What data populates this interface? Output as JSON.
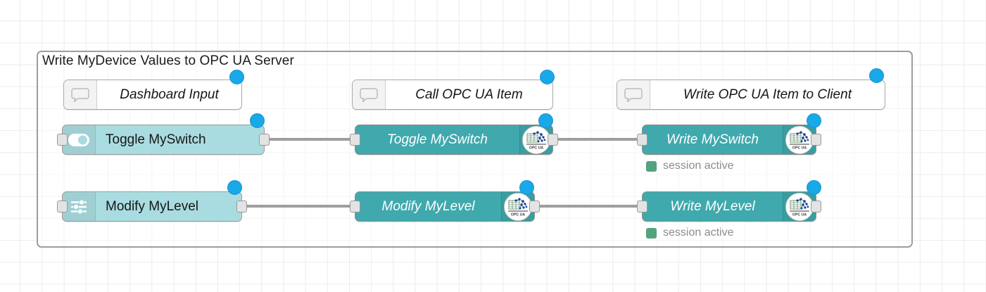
{
  "canvas": {
    "background_color": "#ffffff",
    "grid_color": "#ececec"
  },
  "group": {
    "title": "Write MyDevice Values to OPC UA Server",
    "border_color": "#9d9d9d"
  },
  "colors": {
    "node_light_teal": "#a9dce0",
    "node_dark_teal": "#3fa9ad",
    "comment_background": "#ffffff",
    "status_green": "#53a37f",
    "selection_blue": "#19a8e8",
    "wire_gray": "#9e9e9e",
    "port_gray": "#e3e3e3"
  },
  "columns": [
    {
      "name": "dashboard-input",
      "comment": "Dashboard Input",
      "comment_icon": "comment-bubble-icon"
    },
    {
      "name": "call-opc-ua-item",
      "comment": "Call OPC UA Item",
      "comment_icon": "comment-bubble-icon"
    },
    {
      "name": "write-opc-ua-item-to-client",
      "comment": "Write OPC UA Item to Client",
      "comment_icon": "comment-bubble-icon"
    }
  ],
  "rows": [
    {
      "name": "myswitch-row",
      "input_node": {
        "label": "Toggle MySwitch",
        "icon": "toggle-switch-icon",
        "style": "light-teal"
      },
      "middle_node": {
        "label": "Toggle MySwitch",
        "icon": "opc-ua-logo-icon",
        "style": "dark-teal"
      },
      "output_node": {
        "label": "Write MySwitch",
        "icon": "opc-ua-logo-icon",
        "style": "dark-teal",
        "status": "session active",
        "status_color": "#53a37f"
      }
    },
    {
      "name": "mylevel-row",
      "input_node": {
        "label": "Modify MyLevel",
        "icon": "sliders-icon",
        "style": "light-teal"
      },
      "middle_node": {
        "label": "Modify MyLevel",
        "icon": "opc-ua-logo-icon",
        "style": "dark-teal"
      },
      "output_node": {
        "label": "Write MyLevel",
        "icon": "opc-ua-logo-icon",
        "style": "dark-teal",
        "status": "session active",
        "status_color": "#53a37f"
      }
    }
  ],
  "opcua_badge_text": "OPC UA"
}
